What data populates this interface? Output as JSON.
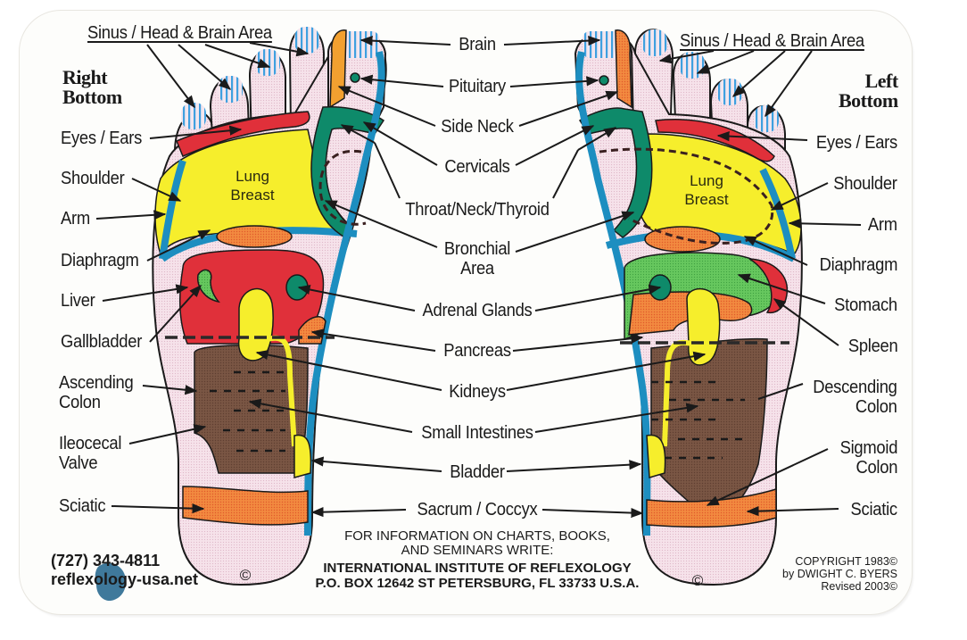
{
  "card": {
    "right_foot_title": [
      "Right",
      "Bottom"
    ],
    "left_foot_title": [
      "Left",
      "Bottom"
    ]
  },
  "labels": {
    "sinus_right": "Sinus / Head & Brain Area",
    "sinus_left": "Sinus / Head & Brain Area",
    "left_side": [
      "Eyes / Ears",
      "Shoulder",
      "Arm",
      "Diaphragm",
      "Liver",
      "Gallbladder",
      "Ascending",
      "Colon",
      "Ileocecal",
      "Valve",
      "Sciatic"
    ],
    "center": [
      "Brain",
      "Pituitary",
      "Side Neck",
      "Cervicals",
      "Throat/Neck/Thyroid",
      "Bronchial",
      "Area",
      "Adrenal Glands",
      "Pancreas",
      "Kidneys",
      "Small Intestines",
      "Bladder",
      "Sacrum / Coccyx"
    ],
    "right_side": [
      "Eyes / Ears",
      "Shoulder",
      "Arm",
      "Diaphragm",
      "Stomach",
      "Spleen",
      "Descending",
      "Colon",
      "Sigmoid",
      "Colon",
      "Sciatic"
    ],
    "organ_lung_breast": [
      "Lung",
      "Breast"
    ]
  },
  "footer": {
    "info_line1": "FOR INFORMATION ON CHARTS, BOOKS,",
    "info_line2": "AND SEMINARS WRITE:",
    "org_name": "INTERNATIONAL INSTITUTE OF REFLEXOLOGY",
    "address": "P.O. BOX 12642 ST PETERSBURG, FL 33733 U.S.A.",
    "phone": "(727) 343-4811",
    "website": "reflexology-usa.net",
    "copyright_line1": "COPYRIGHT 1983©",
    "copyright_line2": "by DWIGHT C. BYERS",
    "copyright_line3": "Revised 2003©",
    "copyright_mark": "©"
  },
  "colors": {
    "skin": "#f4dde6",
    "yellow": "#f6ee2c",
    "red": "#e0303a",
    "blue": "#1d8ec0",
    "teal": "#0e8a6a",
    "green": "#5cc45c",
    "orange": "#f08a3a",
    "brown": "#7a5040",
    "sinus_stripe": "#3fa0e0"
  }
}
